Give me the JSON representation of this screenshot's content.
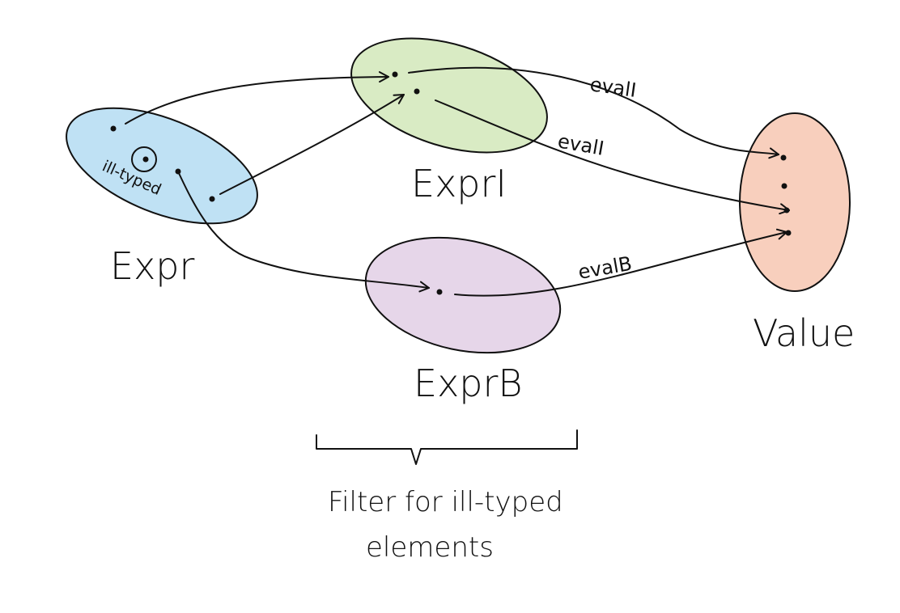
{
  "sets": {
    "expr": {
      "label": "Expr",
      "color": "#bfe1f4"
    },
    "expr_i": {
      "label": "ExprI",
      "color": "#d9ebc4"
    },
    "expr_b": {
      "label": "ExprB",
      "color": "#e6d6e9"
    },
    "value": {
      "label": "Value",
      "color": "#f8cfbd"
    }
  },
  "edges": {
    "eval_i_top": "evalI",
    "eval_i_bottom": "evalI",
    "eval_b": "evalB"
  },
  "annotations": {
    "ill_typed": "ill-typed",
    "filter_line1": "Filter for ill-typed",
    "filter_line2": "elements"
  }
}
